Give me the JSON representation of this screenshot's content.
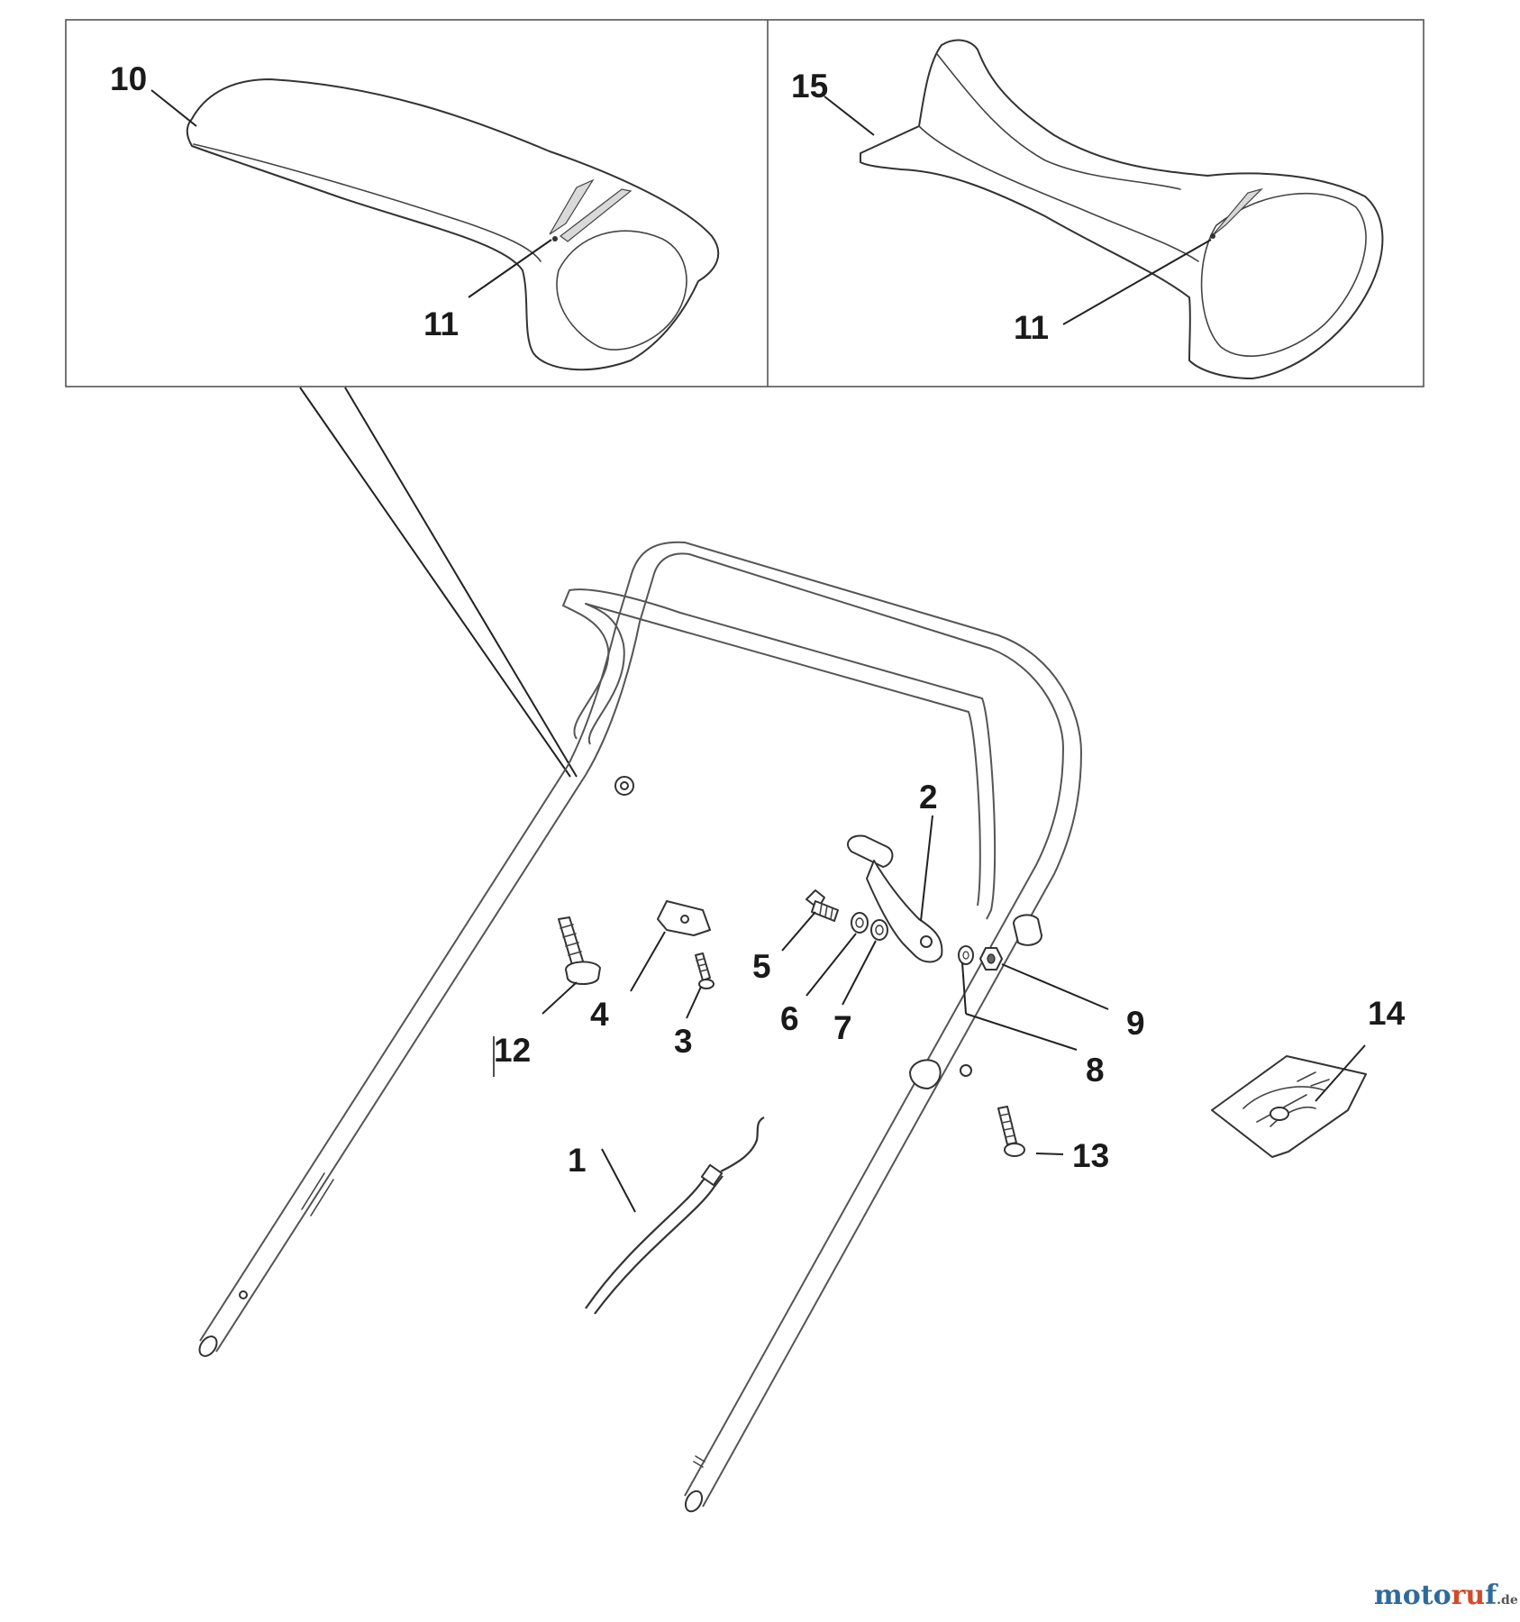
{
  "labels": {
    "p1": "1",
    "p2": "2",
    "p3": "3",
    "p4": "4",
    "p5": "5",
    "p6": "6",
    "p7": "7",
    "p8": "8",
    "p9": "9",
    "p10": "10",
    "p11_left": "11",
    "p11_right": "11",
    "p12": "12",
    "p13": "13",
    "p14": "14",
    "p15": "15"
  },
  "watermark": {
    "prefix": "moto",
    "highlight": "ru",
    "suffix": "f",
    "tld": ".de",
    "colors": {
      "main": "#2f6b9a",
      "highlight": "#d24b2a",
      "tld": "#555555"
    }
  }
}
